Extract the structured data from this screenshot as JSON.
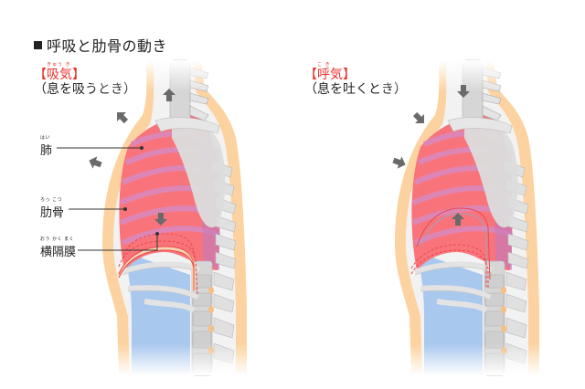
{
  "title": "呼吸と肋骨の動き",
  "inhale": {
    "ruby": "きゅう き",
    "name": "【吸気】",
    "desc": "（息を吸うとき）",
    "arrows": [
      "up-neck",
      "up-left-upper",
      "left-chest",
      "down-diaphragm"
    ]
  },
  "exhale": {
    "ruby": "こ き",
    "name": "【呼気】",
    "desc": "（息を吐くとき）",
    "arrows": [
      "down-neck",
      "down-right-upper",
      "right-chest",
      "up-diaphragm"
    ]
  },
  "labels": [
    {
      "ruby": "はい",
      "text": "肺"
    },
    {
      "ruby": "ろっ こつ",
      "text": "肋骨"
    },
    {
      "ruby": "おう かく まく",
      "text": "横隔膜"
    }
  ],
  "colors": {
    "skin": "#fcd3a0",
    "lung": "#f9747a",
    "rib_pink": "#d98ac0",
    "bone": "#d9d9d9",
    "abdomen": "#a9c8ee",
    "arrow": "#6a6a6a",
    "accent_red": "#e8302a"
  }
}
